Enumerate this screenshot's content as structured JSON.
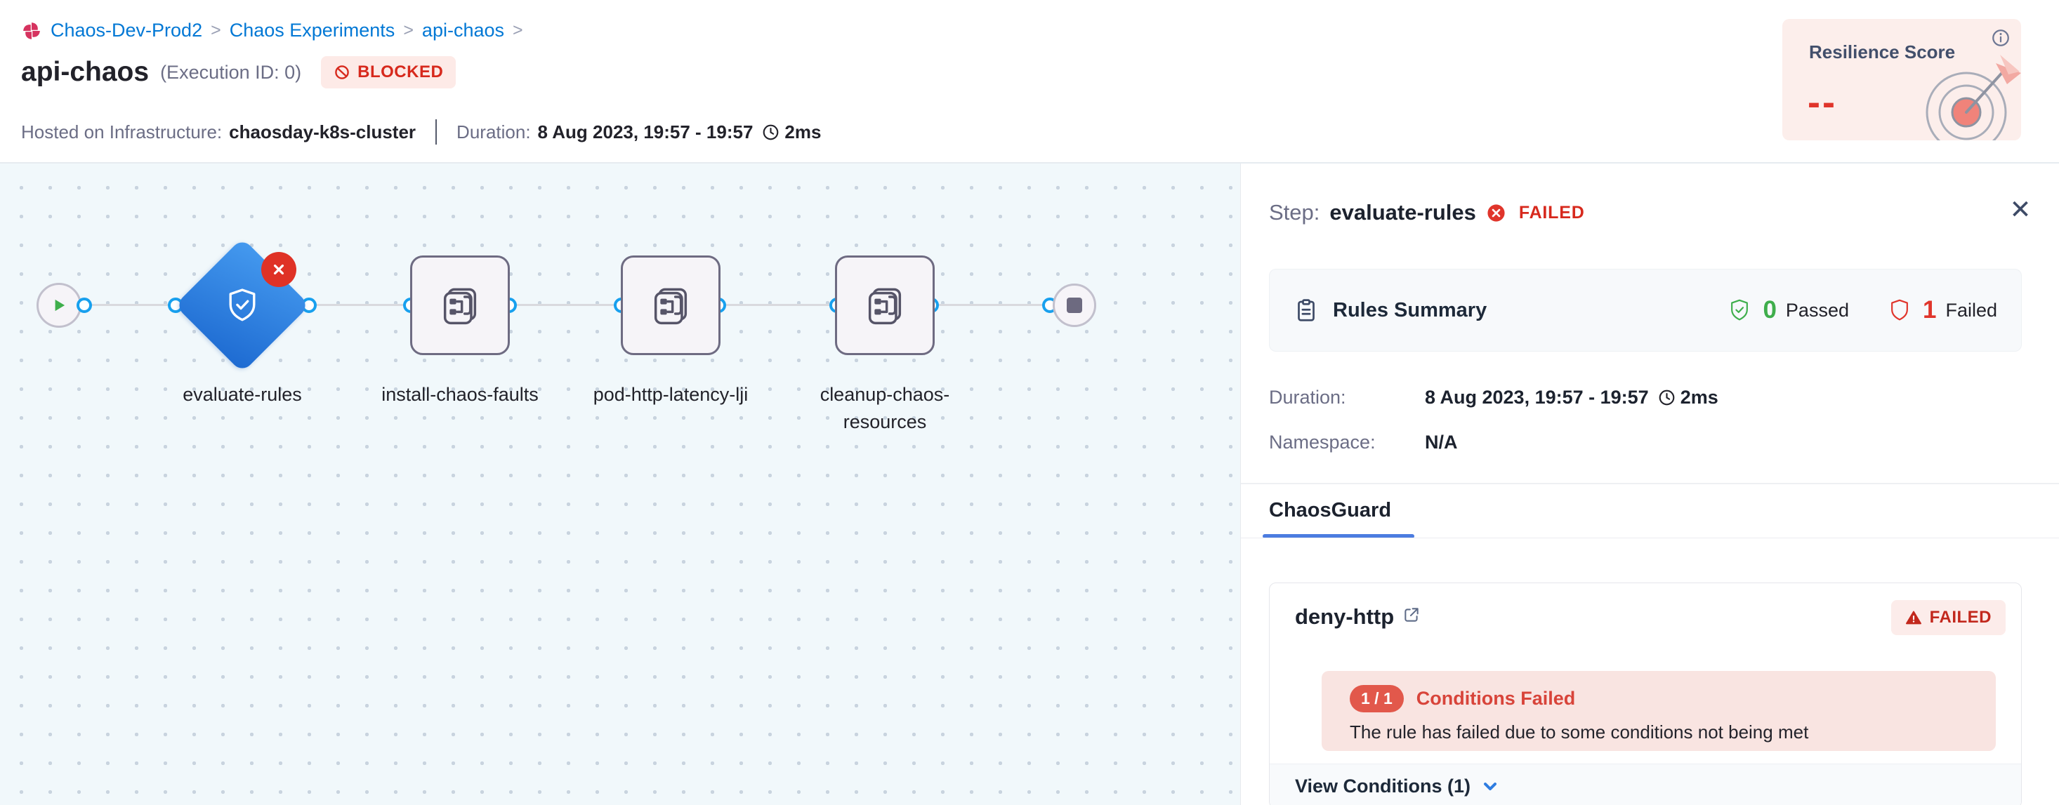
{
  "colors": {
    "link_blue": "#0278d5",
    "status_red": "#d7291d",
    "status_green": "#3fae4c",
    "node_blue": "#1d6ad1",
    "port_blue": "#18a0ee",
    "tab_underline_blue": "#4c7ce0",
    "badge_bg_red": "#fdeae7",
    "canvas_bg": "#f1f8fb"
  },
  "icons": {
    "close_glyph": "✕"
  },
  "breadcrumb": {
    "separator": ">",
    "items": [
      "Chaos-Dev-Prod2",
      "Chaos Experiments",
      "api-chaos"
    ]
  },
  "header": {
    "title": "api-chaos",
    "execution_id": "(Execution ID: 0)",
    "status_badge": "BLOCKED",
    "infra_label": "Hosted on Infrastructure:",
    "infra_value": "chaosday-k8s-cluster",
    "duration_label": "Duration:",
    "duration_value": "8 Aug 2023, 19:57 - 19:57",
    "elapsed": "2ms"
  },
  "resilience": {
    "title": "Resilience Score",
    "score": "--"
  },
  "pipeline": {
    "nodes": [
      {
        "label": "evaluate-rules"
      },
      {
        "label": "install-chaos-faults"
      },
      {
        "label": "pod-http-latency-lji"
      },
      {
        "label": "cleanup-chaos-resources"
      }
    ]
  },
  "panel": {
    "step_label": "Step:",
    "step_name": "evaluate-rules",
    "status": "FAILED",
    "rules_summary_title": "Rules Summary",
    "passed_count": "0",
    "passed_label": "Passed",
    "failed_count": "1",
    "failed_label": "Failed",
    "duration_label": "Duration:",
    "duration_value": "8 Aug 2023, 19:57 - 19:57",
    "elapsed": "2ms",
    "namespace_label": "Namespace:",
    "namespace_value": "N/A",
    "tab": "ChaosGuard",
    "rule": {
      "name": "deny-http",
      "status": "FAILED",
      "conditions_ratio": "1 / 1",
      "conditions_failed_label": "Conditions Failed",
      "message": "The rule has failed due to some conditions not being met",
      "view_conditions_label": "View Conditions (1)"
    }
  }
}
